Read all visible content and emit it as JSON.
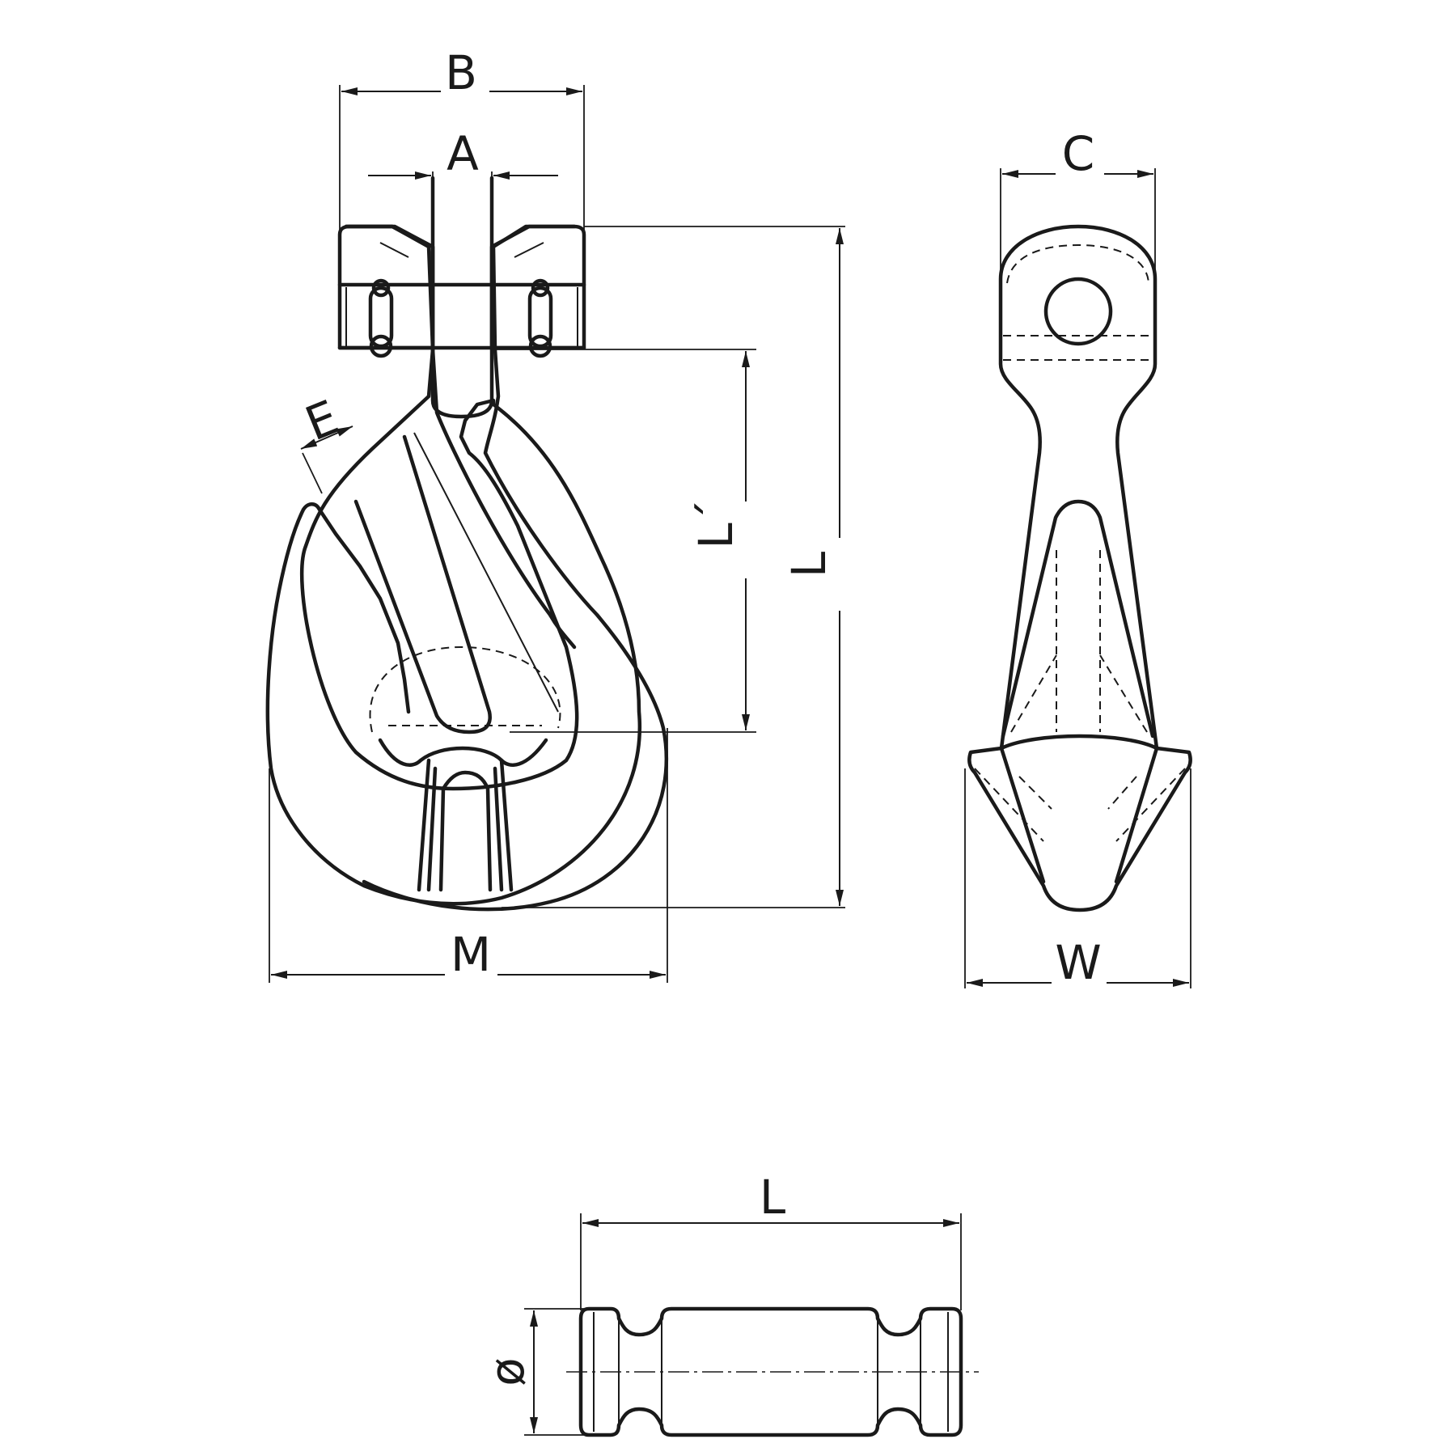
{
  "drawing": {
    "labels": {
      "B": "B",
      "A": "A",
      "C": "C",
      "E": "E",
      "L_prime": "L´",
      "L": "L",
      "M": "M",
      "W": "W",
      "pin_L": "L",
      "pin_dia": "ø"
    },
    "stroke_color": "#1a1a1a",
    "background": "#ffffff"
  }
}
